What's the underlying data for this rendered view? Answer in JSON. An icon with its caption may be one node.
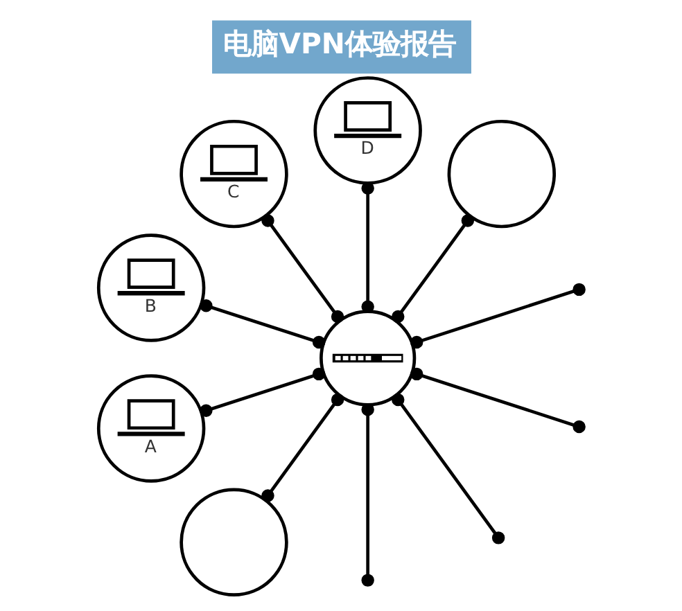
{
  "diagram": {
    "title": "电脑VPN体验报告",
    "nodes": [
      {
        "text": [
          "C"
        ]
      },
      {
        "text": [
          "D"
        ]
      },
      {
        "text": [
          "B"
        ]
      },
      {
        "text": [],
        "shape": "circle"
      },
      {
        "text": [
          "A"
        ]
      },
      {
        "text": [],
        "shape": "circle"
      },
      {
        "text": [],
        "shape": "circle"
      }
    ],
    "edges": [
      {
        "from": 5,
        "to": 4,
        "arrow": "other"
      },
      {
        "from": 5,
        "to": 2,
        "arrow": "other"
      },
      {
        "from": 5,
        "to": 0,
        "arrow": "other"
      },
      {
        "from": 5,
        "to": 1,
        "arrow": "other"
      },
      {
        "from": 5,
        "to": 3,
        "arrow": "other"
      },
      {
        "from": 5,
        "to": null,
        "arrow": "other"
      },
      {
        "from": 5,
        "to": null,
        "arrow": "other"
      },
      {
        "from": 5,
        "to": null,
        "arrow": "other"
      },
      {
        "from": 5,
        "to": null,
        "arrow": "other"
      },
      {
        "from": 5,
        "to": 6,
        "arrow": "other"
      }
    ]
  }
}
